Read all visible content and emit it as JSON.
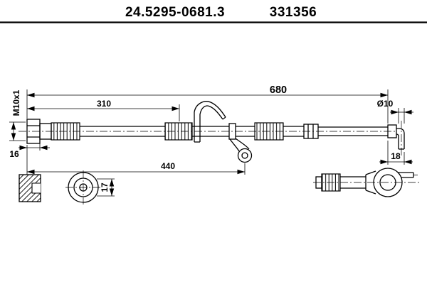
{
  "header": {
    "part_number": "24.5295-0681.3",
    "ref_number": "331356"
  },
  "dimensions": {
    "overall_length": "680",
    "length_to_clip": "310",
    "length_to_bracket": "440",
    "fitting_length": "16",
    "thread": "M10x1",
    "pipe_diameter": "Ø10",
    "elbow_offset": "18",
    "hex_size": "17"
  },
  "colors": {
    "line": "#000000",
    "background": "#ffffff"
  }
}
